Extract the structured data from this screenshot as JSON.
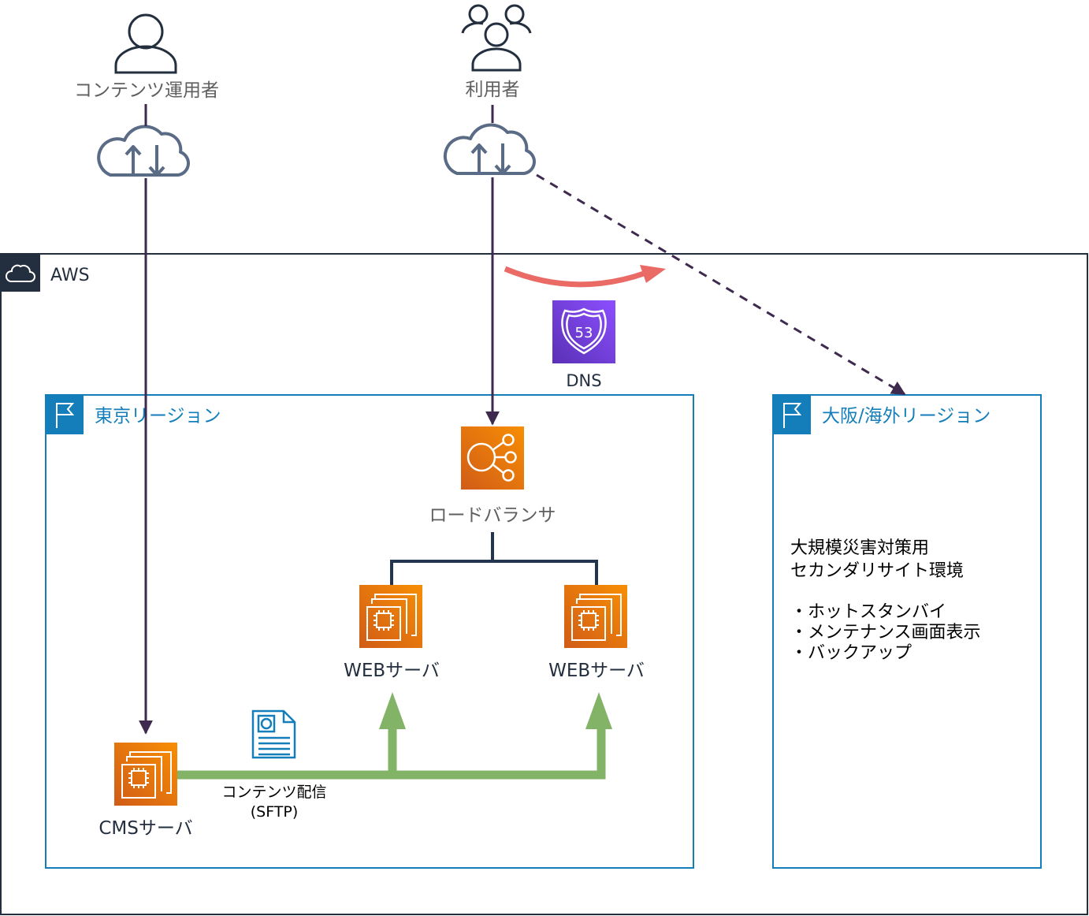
{
  "actors": {
    "content_operator": "コンテンツ運用者",
    "users": "利用者"
  },
  "aws": {
    "label": "AWS"
  },
  "dns": {
    "label": "DNS",
    "badge": "53"
  },
  "tokyo": {
    "label": "東京リージョン",
    "load_balancer": "ロードバランサ",
    "web_server_1": "WEBサーバ",
    "web_server_2": "WEBサーバ",
    "cms_server": "CMSサーバ",
    "delivery_line1": "コンテンツ配信",
    "delivery_line2": "(SFTP)"
  },
  "osaka": {
    "label": "大阪/海外リージョン",
    "desc_line1": "大規模災害対策用",
    "desc_line2": "セカンダリサイト環境",
    "bullet1": "・ホットスタンバイ",
    "bullet2": "・メンテナンス画面表示",
    "bullet3": "・バックアップ"
  },
  "colors": {
    "aws_border": "#232f3e",
    "region_blue": "#147eba",
    "orange_top": "#f78e04",
    "orange_bottom": "#d05c17",
    "route53": "#8c4fff",
    "arrow_dark": "#3d2a4e",
    "green": "#82b366",
    "red": "#ea6b66",
    "icon_gray": "#5a6b86"
  }
}
